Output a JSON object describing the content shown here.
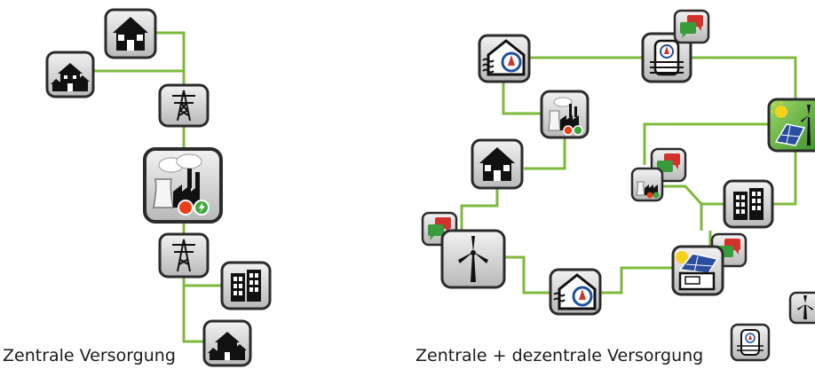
{
  "captions": {
    "left": "Zentrale Versorgung",
    "right": "Zentrale + dezentrale Versorgung"
  },
  "colors": {
    "line": "#7dba3c",
    "tile_border": "#2b2b2b",
    "tile_fill": "#cfcfcf",
    "icon_dark": "#111111",
    "speech_green": "#3a9b3a",
    "speech_red": "#d2312e",
    "flame": "#e8401a",
    "bolt_green": "#3aa93a",
    "solar_blue": "#2a4fa0",
    "sun": "#f6d11c",
    "sky_green": "#73c04a"
  },
  "diagrams": [
    {
      "name": "zentrale-versorgung",
      "caption_key": "left"
    },
    {
      "name": "zentrale-dezentrale-versorgung",
      "caption_key": "right"
    }
  ],
  "icons": [
    "house-icon",
    "houses-icon",
    "pylon-icon",
    "power-plant-icon",
    "office-building-icon",
    "heat-pump-icon",
    "storage-tank-icon",
    "solar-wind-icon",
    "wind-turbine-icon",
    "solar-house-icon",
    "speech-bubble-icon"
  ]
}
